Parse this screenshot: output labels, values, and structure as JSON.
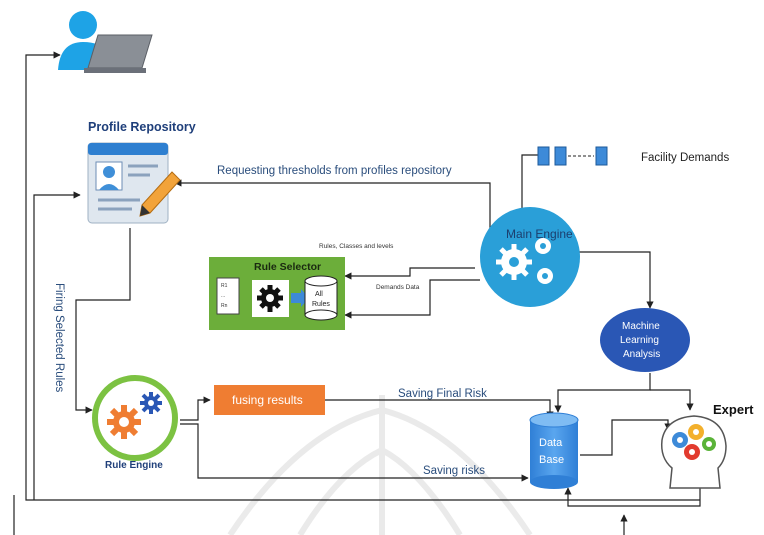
{
  "labels": {
    "profile_repository": "Profile Repository",
    "requesting_thresholds": "Requesting thresholds from profiles repository",
    "facility_demands": "Facility Demands",
    "main_engine": "Main Engine",
    "rules_classes_levels": "Rules, Classes and levels",
    "rule_selector": "Rule Selector",
    "all_rules": [
      "All",
      "Rules"
    ],
    "demands_data": "Demands Data",
    "firing_selected_rules": "Firing Selected Rules",
    "ml_analysis": [
      "Machine",
      "Learning",
      "Analysis"
    ],
    "rule_engine": "Rule Engine",
    "fusing_results": "fusing results",
    "saving_final_risk": "Saving Final Risk",
    "saving_risks": "Saving risks",
    "database": [
      "Data",
      "Base"
    ],
    "expert": "Expert",
    "doc_lines": [
      "R1",
      "...",
      "Rn"
    ]
  },
  "colors": {
    "accent_blue": "#1f6fb5",
    "main_engine_blue": "#2a9fd8",
    "ml_blue": "#2a57b5",
    "rule_selector_green": "#6cae3a",
    "fusing_orange": "#ef7d32",
    "database_blue": "#3c8be0",
    "rule_engine_ring": "#7cc242",
    "label_text": "#2a4d7c"
  },
  "icons": {
    "user": "user-laptop-icon",
    "profile": "profile-card-icon",
    "main_engine": "gears-icon",
    "rule_selector": "gear-icon",
    "rule_engine": "gears-icon",
    "expert": "head-gears-icon",
    "queue": "queue-blocks-icon"
  }
}
